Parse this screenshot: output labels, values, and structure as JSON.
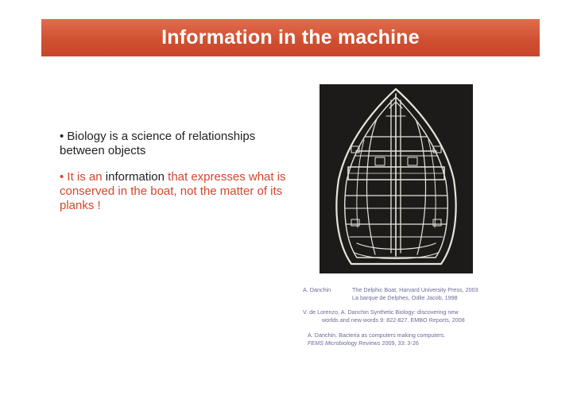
{
  "slide": {
    "title": "Information in the machine",
    "bullet1": "• Biology is a science of relationships between objects",
    "bullet2_part1": "• It is an ",
    "bullet2_part2": "information",
    "bullet2_part3": " that expresses what is conserved in the boat, not the matter of its planks !"
  },
  "references": {
    "ref1_author": "A. Danchin",
    "ref1_line1": "The Delphic Boat, Harvard University Press, 2003",
    "ref1_line2": "La barque de Delphes, Odile Jacob, 1998",
    "ref2_line1": "V. de Lorenzo, A. Danchin Synthetic Biology: discovering new",
    "ref2_line2": "worlds and new words 9: 822-827. EMBO Reports, 2008",
    "ref3_line1": "A. Danchin. Bacteria as computers making computers.",
    "ref3_journal": "FEMS Microbiology Reviews",
    "ref3_rest": " 2009, 33: 3-26"
  },
  "colors": {
    "title_bar": "#cf4e30",
    "accent_red": "#d5452c",
    "reference_text": "#6a6a9a",
    "boat_background": "#1d1b1a"
  }
}
